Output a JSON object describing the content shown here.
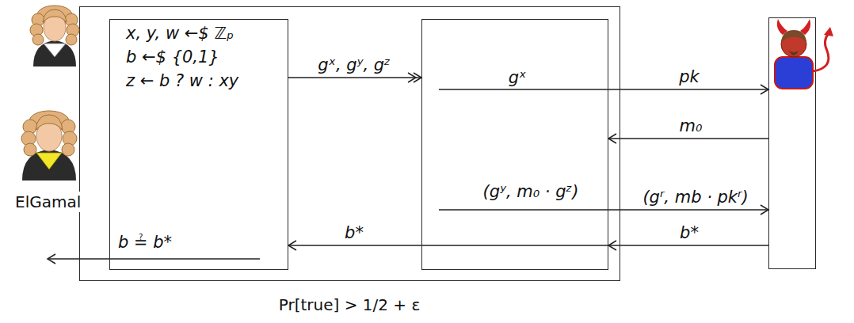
{
  "diagram": {
    "caption": "Pr[true] > 1/2 + ε",
    "nodes": [
      {
        "text": [
          "ElGamal"
        ]
      },
      {
        "text": [
          "x, y, w ←$ ℤₚ",
          "b ←$ {0,1}",
          "z ← b ? w : xy",
          "b ≟ b*"
        ],
        "in": 0
      },
      {
        "text": [
          "gˣ",
          "(gʸ, m₀ · gᶻ)"
        ],
        "in": 0
      },
      {
        "text": []
      }
    ],
    "edges": [
      {
        "from": 1,
        "to": 2,
        "label": "gˣ, gʸ, gᶻ",
        "arrow": "to"
      },
      {
        "from": 2,
        "to": 3,
        "label": "pk",
        "arrow": "to"
      },
      {
        "from": 3,
        "to": 2,
        "label": "m₀",
        "arrow": "to"
      },
      {
        "from": 2,
        "to": 3,
        "label": "(gʳ, mb · pkʳ)",
        "arrow": "to"
      },
      {
        "from": 3,
        "to": 2,
        "label": "b*",
        "arrow": "to"
      },
      {
        "from": 2,
        "to": 1,
        "label": "b*",
        "arrow": "to"
      }
    ]
  }
}
